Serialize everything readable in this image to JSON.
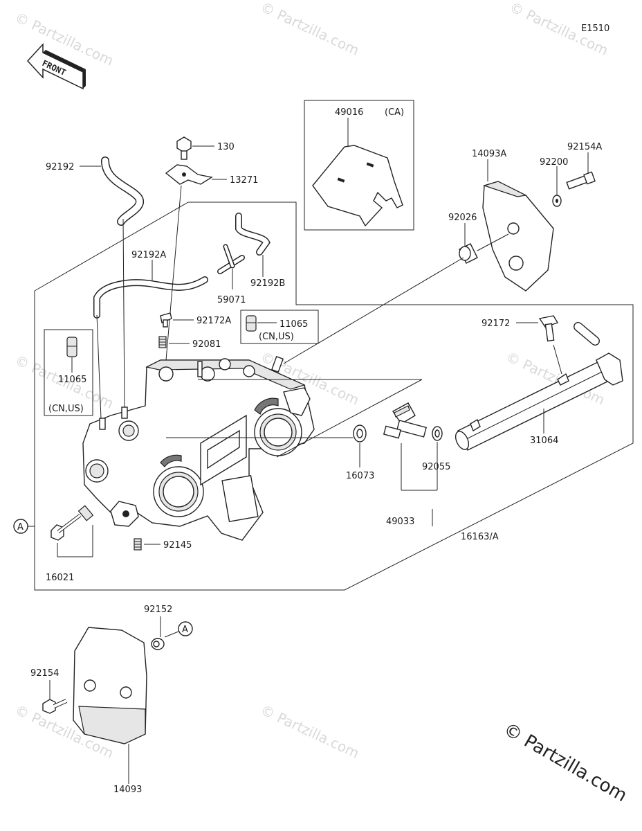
{
  "diagram_id": "E1510",
  "front_label": "FRONT",
  "ref_marker": "A",
  "watermarks": [
    "© Partzilla.com",
    "© Partzilla.com",
    "© Partzilla.com",
    "© Partzilla.com",
    "© Partzilla.com",
    "© Partzilla.com",
    "© Partzilla.com",
    "© Partzilla.com"
  ],
  "copyright": "© Partzilla.com",
  "parts": {
    "p130": "130",
    "p13271": "13271",
    "p92192": "92192",
    "p92192A": "92192A",
    "p92192B": "92192B",
    "p59071": "59071",
    "p49016": "49016",
    "ca": "(CA)",
    "p14093A": "14093A",
    "p92154A": "92154A",
    "p92200": "92200",
    "p92026": "92026",
    "p92172A": "92172A",
    "p11065a": "11065",
    "cnus_a": "(CN,US)",
    "p92081": "92081",
    "p11065b": "11065",
    "cnus_b": "(CN,US)",
    "p92172": "92172",
    "p31064": "31064",
    "p16073": "16073",
    "p92055": "92055",
    "p49033": "49033",
    "p16163A": "16163/A",
    "p92145": "92145",
    "p16021": "16021",
    "p92152": "92152",
    "p92154": "92154",
    "p14093": "14093"
  }
}
